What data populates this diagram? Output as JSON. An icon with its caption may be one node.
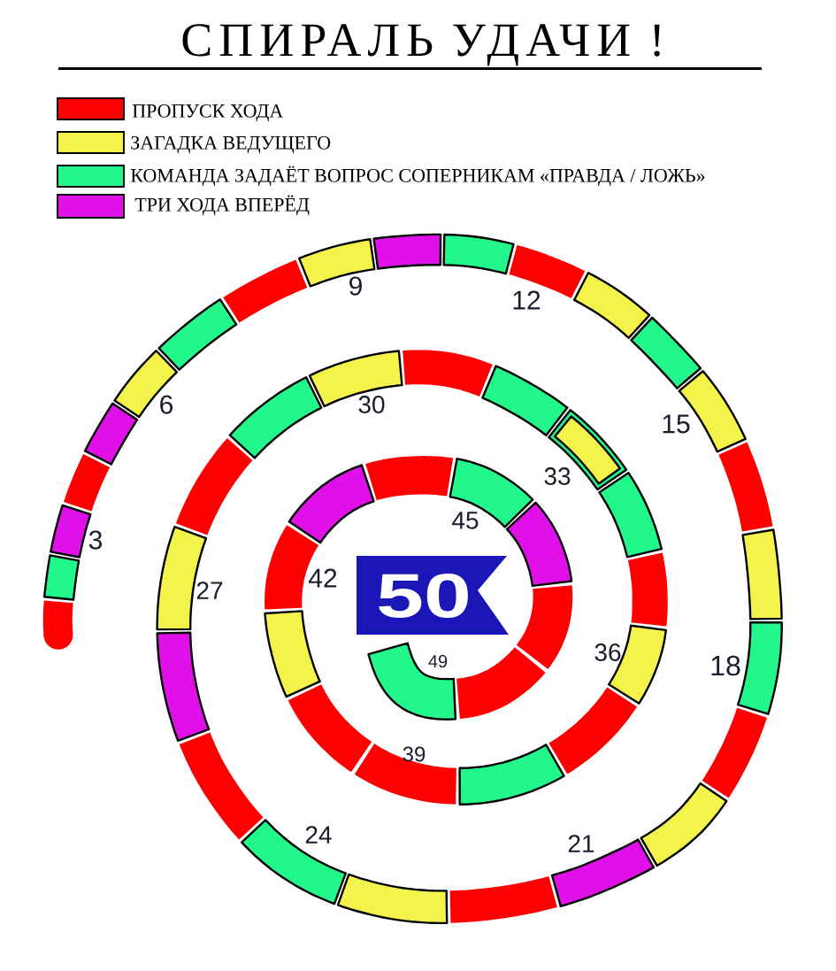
{
  "diagram": {
    "title": "СПИРАЛЬ УДАЧИ !",
    "nodes": [
      {
        "text": [
          "50"
        ]
      }
    ],
    "labels": [
      "3",
      "6",
      "9",
      "12",
      "15",
      "18",
      "21",
      "24",
      "27",
      "30",
      "33",
      "36",
      "39",
      "42",
      "45",
      "49"
    ],
    "legend": [
      {
        "text": "ПРОПУСК ХОДА",
        "color": "#ff0000"
      },
      {
        "text": "ЗАГАДКА ВЕДУЩЕГО",
        "color": "#f3f34b"
      },
      {
        "text": "КОМАНДА ЗАДАЁТ ВОПРОС СОПЕРНИКАМ «ПРАВДА / ЛОЖЬ»",
        "color": "#21f78a"
      },
      {
        "text": "ТРИ ХОДА ВПЕРЁД",
        "color": "#df10e8"
      }
    ]
  }
}
